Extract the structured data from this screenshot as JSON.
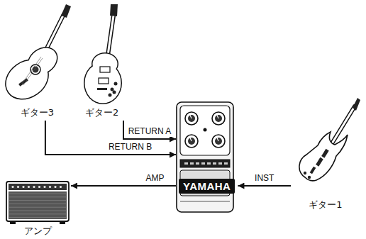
{
  "diagram": {
    "nodes": [
      {
        "text": [
          "ギター3"
        ]
      },
      {
        "text": [
          "ギター2"
        ]
      },
      {
        "text": [
          "YAMAHA"
        ]
      },
      {
        "text": [
          "ギター1"
        ]
      },
      {
        "text": [
          "アンプ"
        ]
      }
    ],
    "edges": [
      {
        "from": 1,
        "to": 2,
        "arrow": "to",
        "label": "RETURN A"
      },
      {
        "from": 0,
        "to": 2,
        "arrow": "to",
        "label": "RETURN B"
      },
      {
        "from": 2,
        "to": 4,
        "arrow": "to",
        "label": "AMP"
      },
      {
        "from": 3,
        "to": 2,
        "arrow": "to",
        "label": "INST"
      }
    ]
  }
}
